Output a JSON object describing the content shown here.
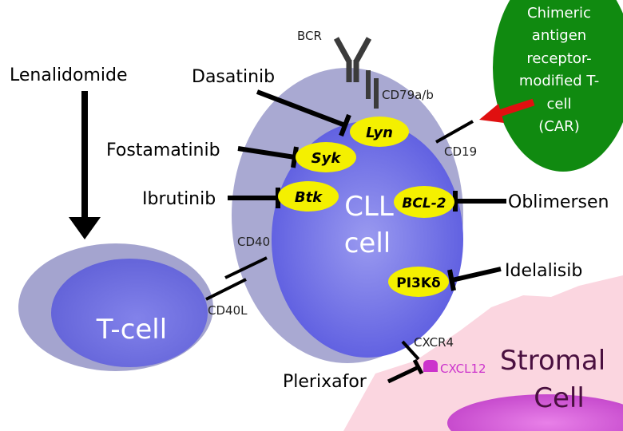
{
  "cells": {
    "cll_line1": "CLL",
    "cll_line2": "cell",
    "tcell": "T-cell",
    "stromal_line1": "Stromal",
    "stromal_line2": "Cell",
    "car_lines": [
      "Chimeric",
      "antigen",
      "receptor-",
      "modified T-",
      "cell",
      "(CAR)"
    ]
  },
  "drugs": {
    "lenalidomide": "Lenalidomide",
    "dasatinib": "Dasatinib",
    "fostamatinib": "Fostamatinib",
    "ibrutinib": "Ibrutinib",
    "oblimersen": "Oblimersen",
    "idelalisib": "Idelalisib",
    "plerixafor": "Plerixafor"
  },
  "targets": {
    "lyn": "Lyn",
    "syk": "Syk",
    "btk": "Btk",
    "bcl2": "BCL-2",
    "pi3k": "PI3Kδ"
  },
  "receptors": {
    "bcr": "BCR",
    "cd79": "CD79a/b",
    "cd19": "CD19",
    "cd40": "CD40",
    "cd40l": "CD40L",
    "cxcr4": "CXCR4",
    "cxcl12": "CXCL12"
  },
  "colors": {
    "outer_membrane": "#a9a9d2",
    "cll_nucleus": "#6a6ae0",
    "tcell_outer": "#a4a4cf",
    "tcell_inner": "#6c6cdc",
    "target_fill": "#f4f000",
    "car_cell": "#108a10",
    "stromal": "#fbd6e0",
    "stromal_nucleus": "#d050d0",
    "cxcl12": "#cc33cc",
    "car_arrow": "#e01010",
    "stromal_text": "#4a1040"
  }
}
